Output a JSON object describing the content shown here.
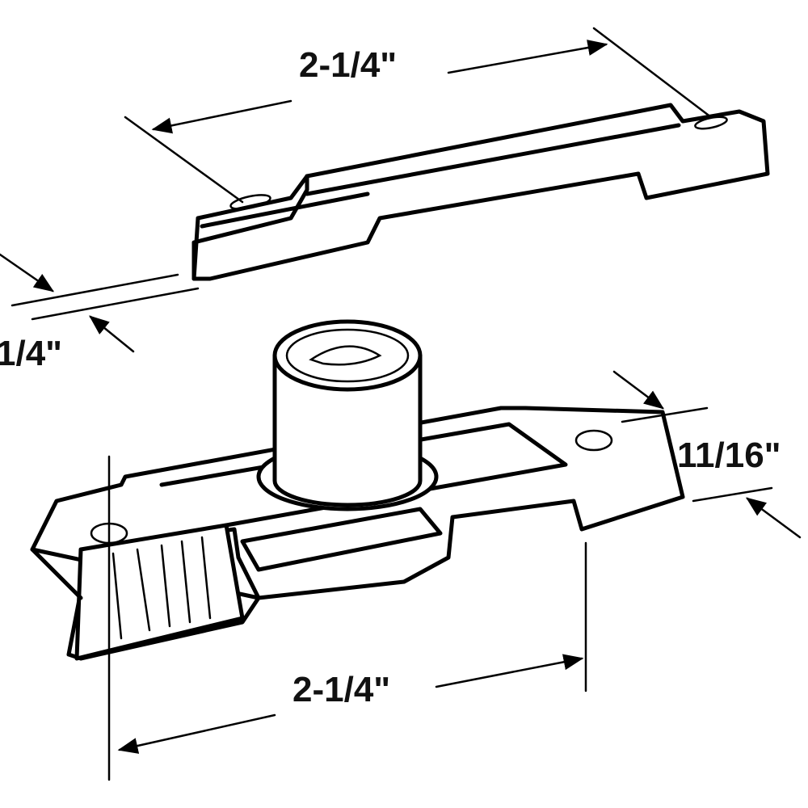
{
  "dimensions": {
    "top_length": "2-1/4\"",
    "thickness": "1/4\"",
    "width": "11/16\"",
    "bottom_length": "2-1/4\""
  },
  "colors": {
    "line": "#000000",
    "background": "#ffffff"
  }
}
